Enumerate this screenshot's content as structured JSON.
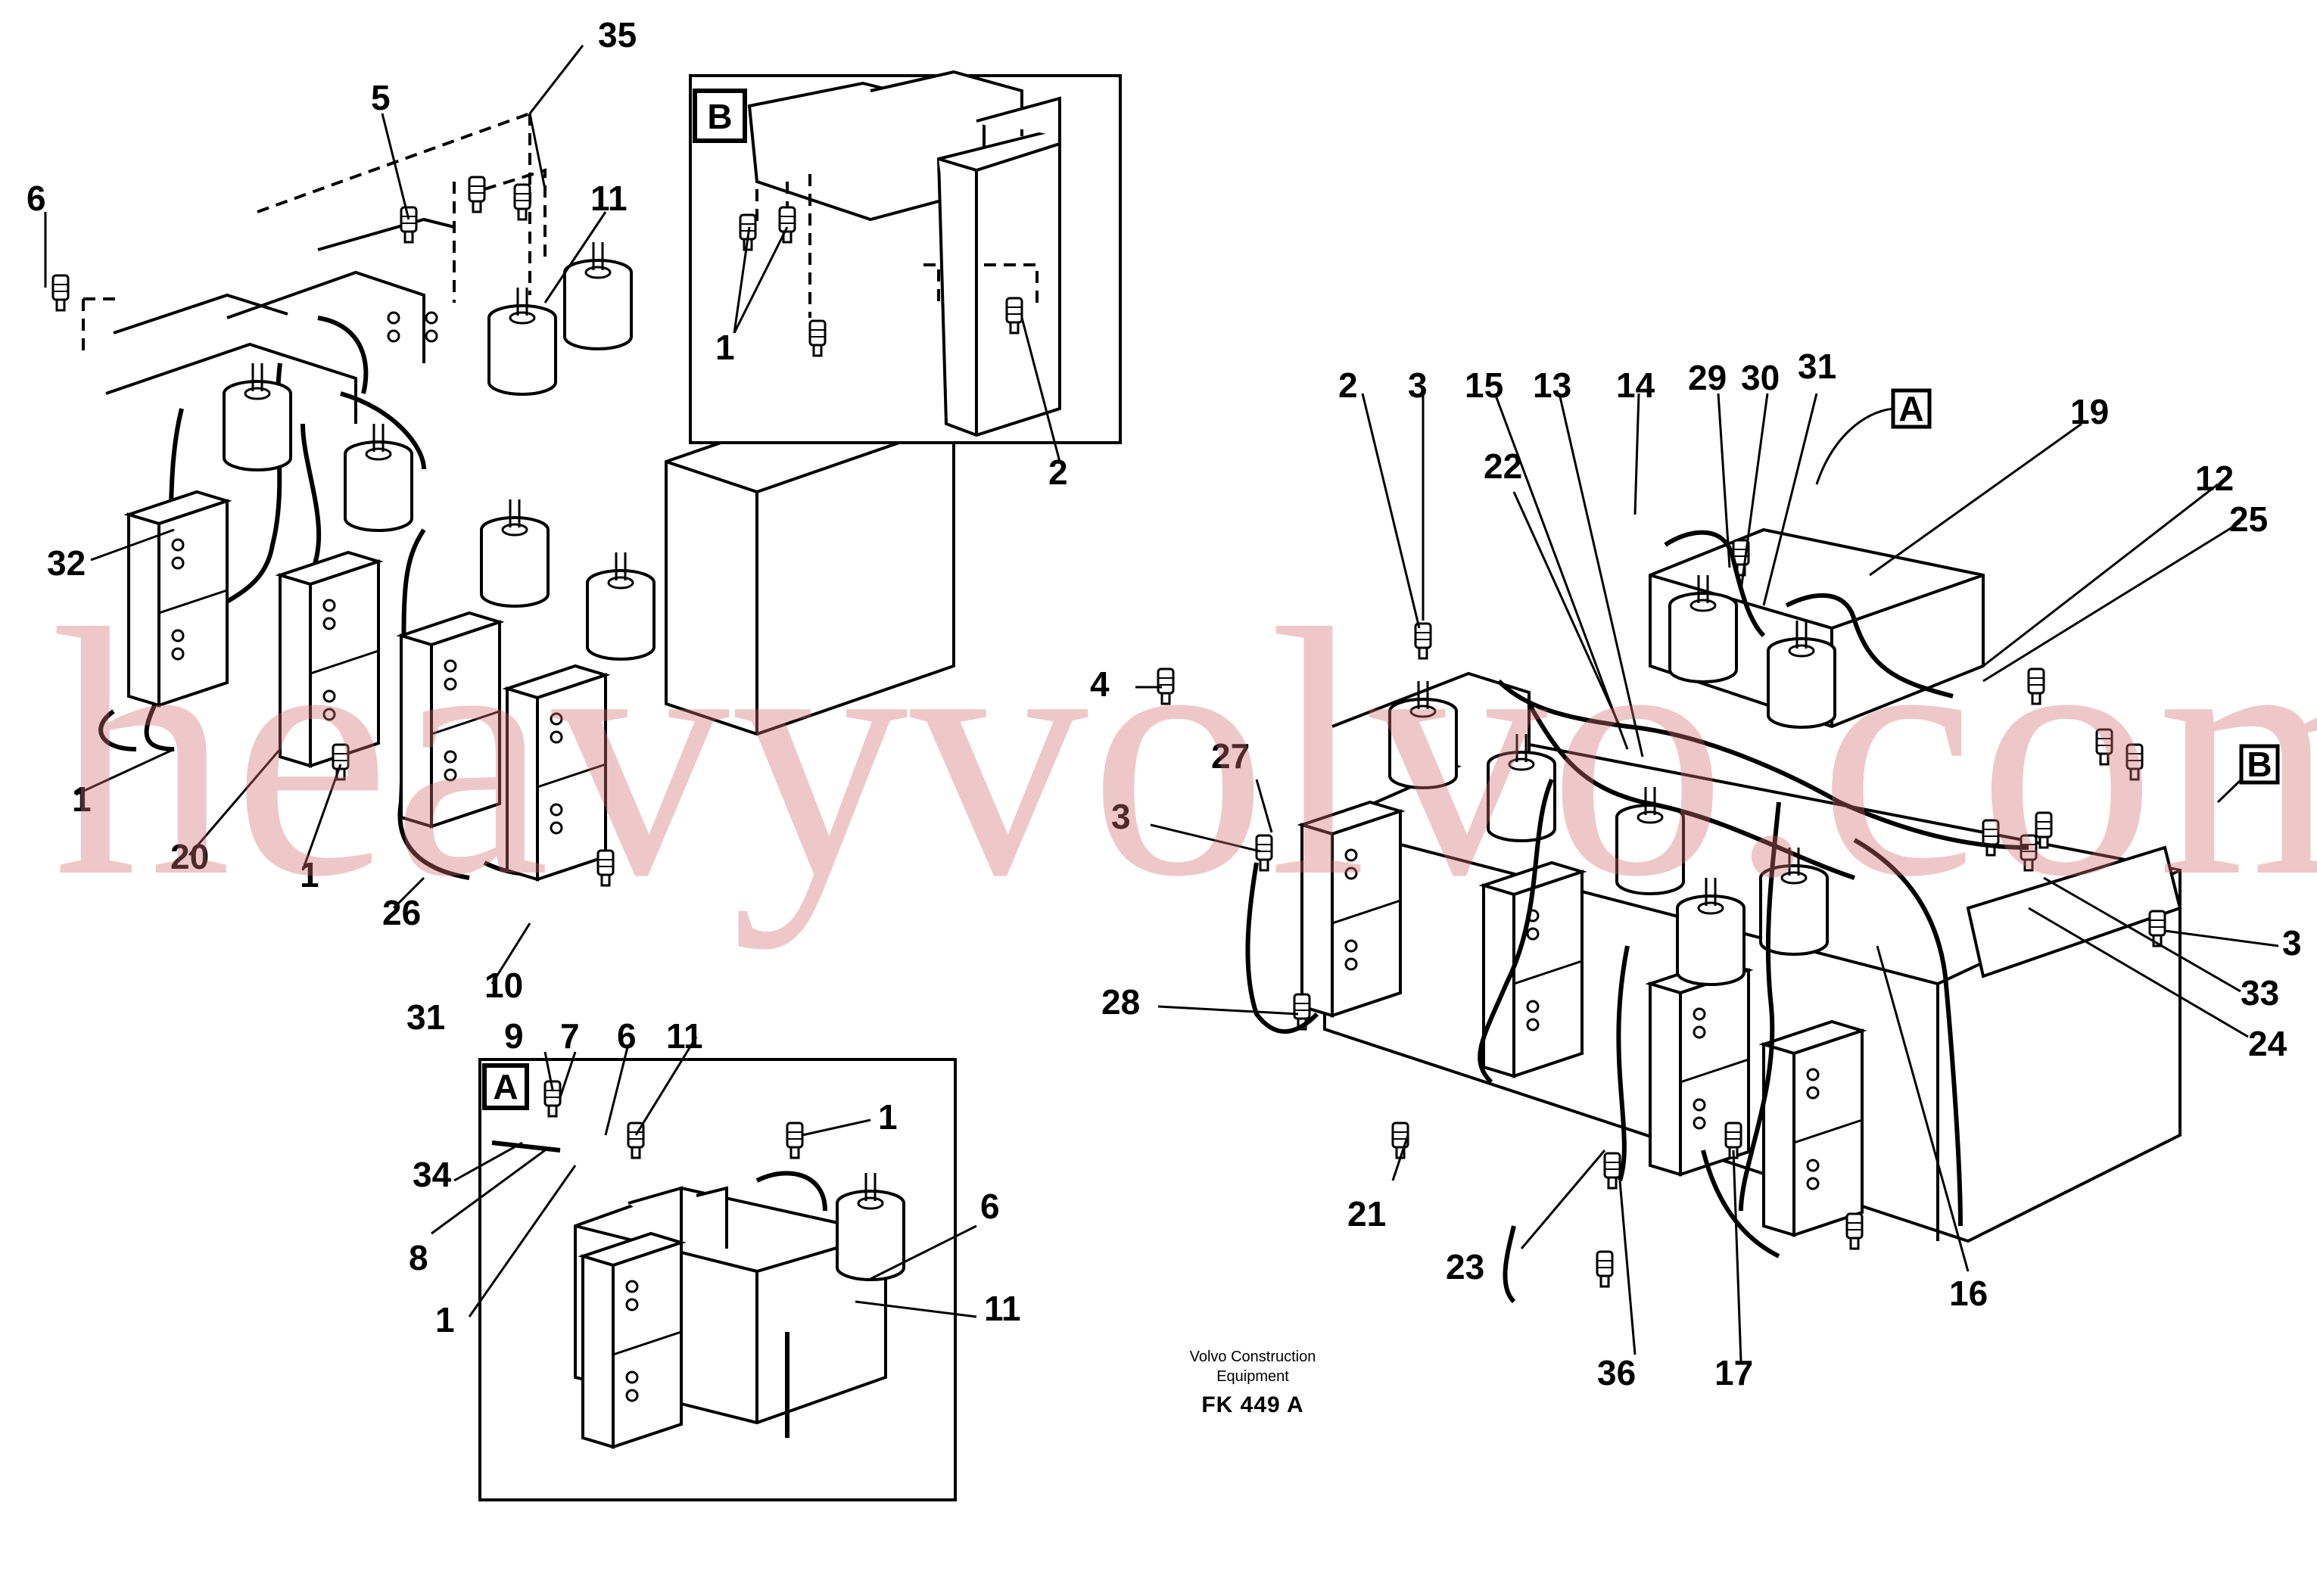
{
  "caption": {
    "line1": "Volvo Construction",
    "line2": "Equipment",
    "code": "FK 449 A"
  },
  "watermark": "heavyvolvo.com",
  "insets": [
    {
      "id": "B",
      "label": "B"
    },
    {
      "id": "A",
      "label": "A"
    }
  ],
  "callouts": [
    {
      "id": "c35",
      "text": "35"
    },
    {
      "id": "c5",
      "text": "5"
    },
    {
      "id": "c6a",
      "text": "6"
    },
    {
      "id": "c11a",
      "text": "11"
    },
    {
      "id": "c32",
      "text": "32"
    },
    {
      "id": "c1a",
      "text": "1"
    },
    {
      "id": "c20",
      "text": "20"
    },
    {
      "id": "c1b",
      "text": "1"
    },
    {
      "id": "c26",
      "text": "26"
    },
    {
      "id": "c10",
      "text": "10"
    },
    {
      "id": "c31a",
      "text": "31"
    },
    {
      "id": "c1B",
      "text": "1"
    },
    {
      "id": "c2B",
      "text": "2"
    },
    {
      "id": "c9",
      "text": "9"
    },
    {
      "id": "c7",
      "text": "7"
    },
    {
      "id": "c6b",
      "text": "6"
    },
    {
      "id": "c11b",
      "text": "11"
    },
    {
      "id": "c1c",
      "text": "1"
    },
    {
      "id": "c34",
      "text": "34"
    },
    {
      "id": "c8",
      "text": "8"
    },
    {
      "id": "c1d",
      "text": "1"
    },
    {
      "id": "c6c",
      "text": "6"
    },
    {
      "id": "c11c",
      "text": "11"
    },
    {
      "id": "c2",
      "text": "2"
    },
    {
      "id": "c3a",
      "text": "3"
    },
    {
      "id": "c15",
      "text": "15"
    },
    {
      "id": "c13",
      "text": "13"
    },
    {
      "id": "c14",
      "text": "14"
    },
    {
      "id": "c29",
      "text": "29"
    },
    {
      "id": "c30",
      "text": "30"
    },
    {
      "id": "c31b",
      "text": "31"
    },
    {
      "id": "c19",
      "text": "19"
    },
    {
      "id": "c22",
      "text": "22"
    },
    {
      "id": "c12",
      "text": "12"
    },
    {
      "id": "c25",
      "text": "25"
    },
    {
      "id": "c4",
      "text": "4"
    },
    {
      "id": "c27",
      "text": "27"
    },
    {
      "id": "c3b",
      "text": "3"
    },
    {
      "id": "c3c",
      "text": "3"
    },
    {
      "id": "c33",
      "text": "33"
    },
    {
      "id": "c28",
      "text": "28"
    },
    {
      "id": "c24",
      "text": "24"
    },
    {
      "id": "c21",
      "text": "21"
    },
    {
      "id": "c23",
      "text": "23"
    },
    {
      "id": "c16",
      "text": "16"
    },
    {
      "id": "c36",
      "text": "36"
    },
    {
      "id": "c17",
      "text": "17"
    }
  ],
  "section_markers": [
    {
      "id": "mA",
      "text": "A"
    },
    {
      "id": "mB",
      "text": "B"
    }
  ]
}
